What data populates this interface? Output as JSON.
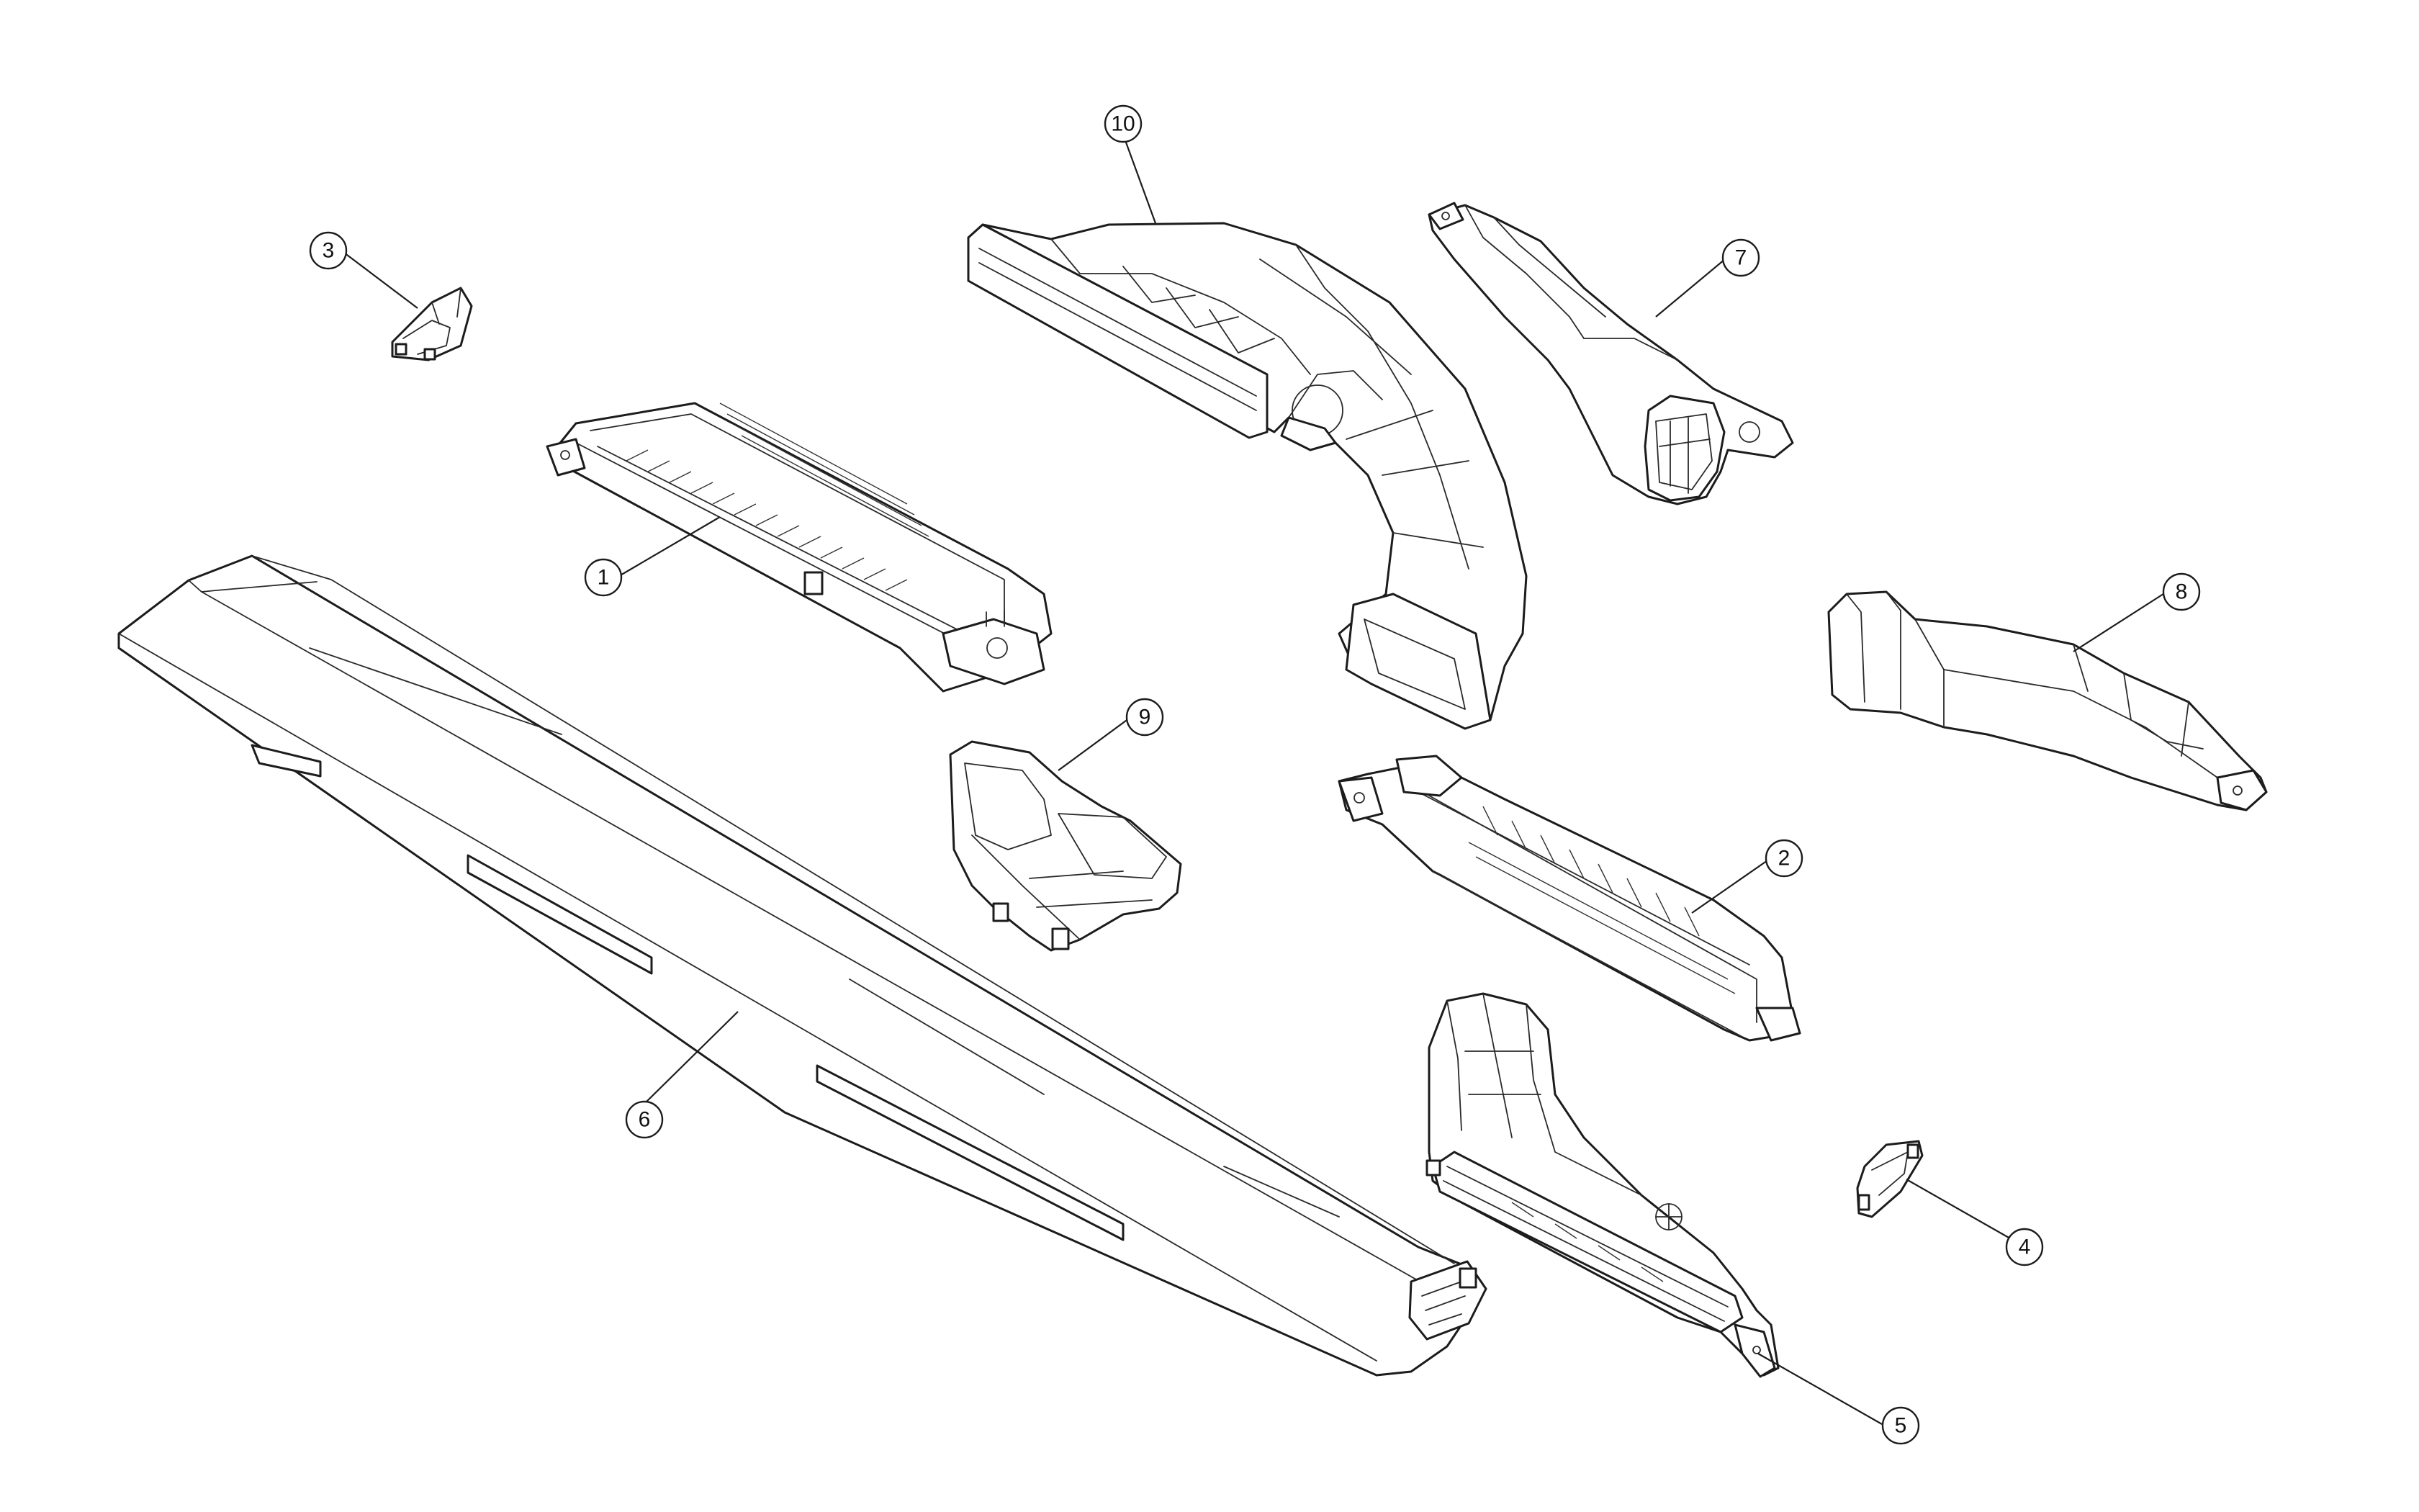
{
  "callouts": [
    {
      "id": "1",
      "label": "1"
    },
    {
      "id": "2",
      "label": "2"
    },
    {
      "id": "3",
      "label": "3"
    },
    {
      "id": "4",
      "label": "4"
    },
    {
      "id": "5",
      "label": "5"
    },
    {
      "id": "6",
      "label": "6"
    },
    {
      "id": "7",
      "label": "7"
    },
    {
      "id": "8",
      "label": "8"
    },
    {
      "id": "9",
      "label": "9"
    },
    {
      "id": "10",
      "label": "10"
    }
  ],
  "colors": {
    "line": "#1c1c1c",
    "background": "#ffffff"
  }
}
